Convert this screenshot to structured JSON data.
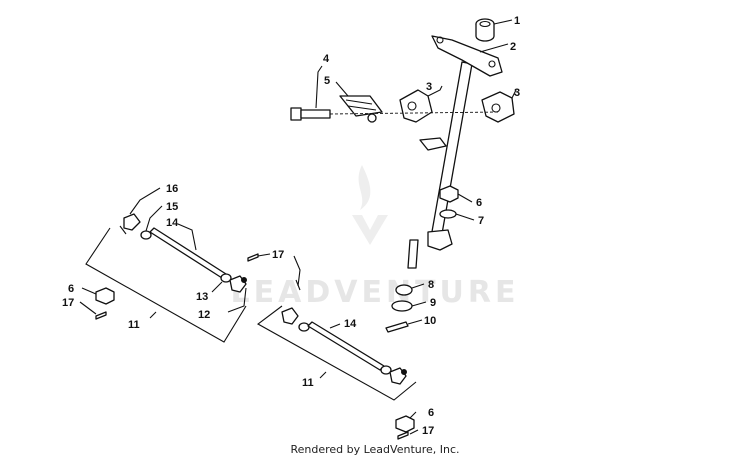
{
  "watermark": {
    "text": "LEADVENTURE"
  },
  "credit": {
    "text": "Rendered by LeadVenture, Inc."
  },
  "callouts": {
    "c1": "1",
    "c2": "2",
    "c3a": "3",
    "c3b": "3",
    "c4": "4",
    "c5": "5",
    "c6a": "6",
    "c6b": "6",
    "c6c": "6",
    "c7": "7",
    "c8": "8",
    "c9": "9",
    "c10": "10",
    "c11a": "11",
    "c11b": "11",
    "c12": "12",
    "c13": "13",
    "c14a": "14",
    "c14b": "14",
    "c15": "15",
    "c16": "16",
    "c17a": "17",
    "c17b": "17",
    "c17c": "17"
  }
}
